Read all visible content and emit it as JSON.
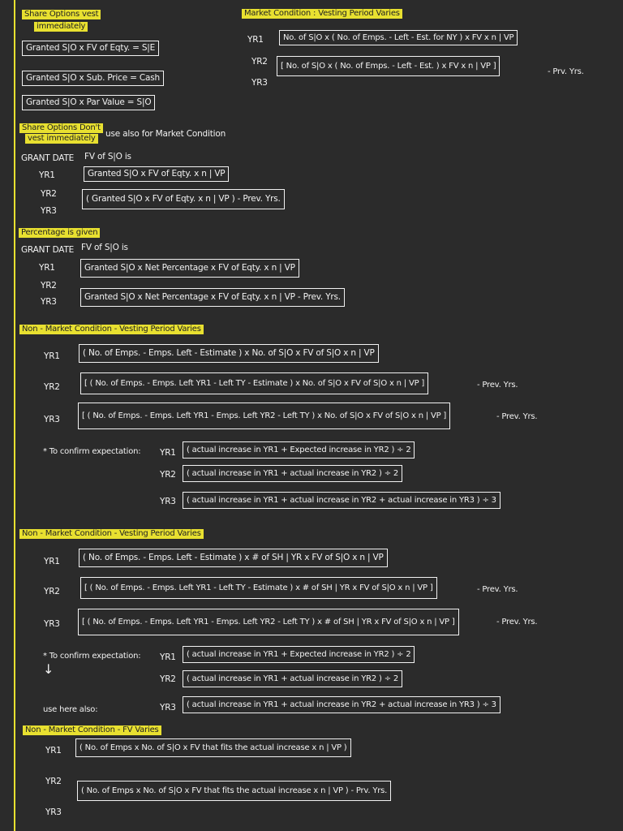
{
  "immediate": {
    "heading": [
      "Share Options vest",
      "immediately"
    ],
    "rows": [
      "Granted S|O  x  FV of Eqty.  =  S|E",
      "Granted S|O   x   Sub. Price  =  Cash",
      "Granted S|O   x   Par Value  =  S|O"
    ]
  },
  "market": {
    "heading": "Market Condition : Vesting Period Varies",
    "yr1": "YR1",
    "yr2": "YR2",
    "yr3": "YR3",
    "f1": "No. of S|O  x  ( No. of Emps. -  Left  -  Est. for NY )  x  FV  x  n | VP",
    "f2": "[ No. of S|O  x  ( No. of Emps. -  Left  -  Est. )  x  FV  x  n | VP ]",
    "f2_tail": "-  Prv. Yrs."
  },
  "not_immediate": {
    "heading": [
      "Share Options Don't",
      "vest immediately"
    ],
    "note": "use also for Market Condition",
    "grant": "GRANT DATE",
    "fv": "FV of S|O is",
    "yr1": "YR1",
    "yr2": "YR2",
    "yr3": "YR3",
    "f1": "Granted S|O  x  FV of Eqty.  x  n | VP",
    "f2": "( Granted S|O  x  FV of Eqty.  x  n | VP )  -  Prev. Yrs."
  },
  "percentage": {
    "heading": "Percentage is given",
    "grant": "GRANT DATE",
    "fv": "FV of S|O is",
    "yr1": "YR1",
    "yr2": "YR2",
    "yr3": "YR3",
    "f1": "Granted S|O  x  Net Percentage  x  FV of Eqty.  x  n | VP",
    "f2": "Granted S|O  x  Net Percentage  x  FV of Eqty.  x  n | VP  -  Prev. Yrs."
  },
  "nm1": {
    "heading": "Non - Market Condition - Vesting Period Varies",
    "yr1": "YR1",
    "yr2": "YR2",
    "yr3": "YR3",
    "f1": "( No. of Emps.  -   Emps. Left  -  Estimate )  x  No. of S|O  x  FV of S|O  x  n | VP",
    "f2": "[ ( No. of Emps.  -  Emps. Left YR1  -  Left TY  -  Estimate )  x  No. of S|O  x  FV of S|O  x  n | VP ]",
    "f2_tail": "-  Prev. Yrs.",
    "f3": "[ ( No. of Emps.  -  Emps. Left YR1  -  Emps. Left YR2  -  Left TY )  x  No. of S|O  x  FV of S|O  x  n | VP ]",
    "f3_tail": "-  Prev. Yrs.",
    "confirm": "*  To confirm expectation:",
    "c1": "( actual increase in YR1  +  Expected increase in YR2 )  ÷  2",
    "c2": "( actual increase in YR1  +  actual increase in YR2 )  ÷  2",
    "c3": "( actual increase in YR1  +  actual increase in YR2  +  actual increase in YR3 )  ÷  3"
  },
  "nm2": {
    "heading": "Non - Market Condition - Vesting Period Varies",
    "yr1": "YR1",
    "yr2": "YR2",
    "yr3": "YR3",
    "f1": "( No. of Emps.  -   Emps. Left  -  Estimate )  x  # of SH | YR  x  FV of S|O  x  n | VP",
    "f2": "[ ( No. of Emps.  -  Emps. Left YR1  -  Left TY  -  Estimate )  x  # of SH | YR  x  FV of S|O  x  n | VP ]",
    "f2_tail": "-  Prev. Yrs.",
    "f3": "[ ( No. of Emps.  -  Emps. Left YR1  -  Emps. Left YR2  -  Left TY )  x  # of SH | YR  x  FV of S|O  x  n | VP ]",
    "f3_tail": "-  Prev. Yrs.",
    "confirm": "*  To confirm expectation:",
    "use_here": "use here also:",
    "c1": "( actual increase in YR1  +  Expected increase in YR2 )  ÷  2",
    "c2": "( actual increase in YR1  +  actual increase in YR2 )  ÷  2",
    "c3": "( actual increase in YR1  +  actual increase in YR2  +  actual increase in YR3 )  ÷  3"
  },
  "nm3": {
    "heading": "Non - Market Condition - FV Varies",
    "yr1": "YR1",
    "yr2": "YR2",
    "yr3": "YR3",
    "f1": "( No. of Emps  x  No. of S|O  x  FV that fits the actual increase  x  n | VP )",
    "f2": "( No. of Emps  x  No. of S|O  x  FV that fits the actual increase  x  n | VP )  -  Prv. Yrs."
  }
}
